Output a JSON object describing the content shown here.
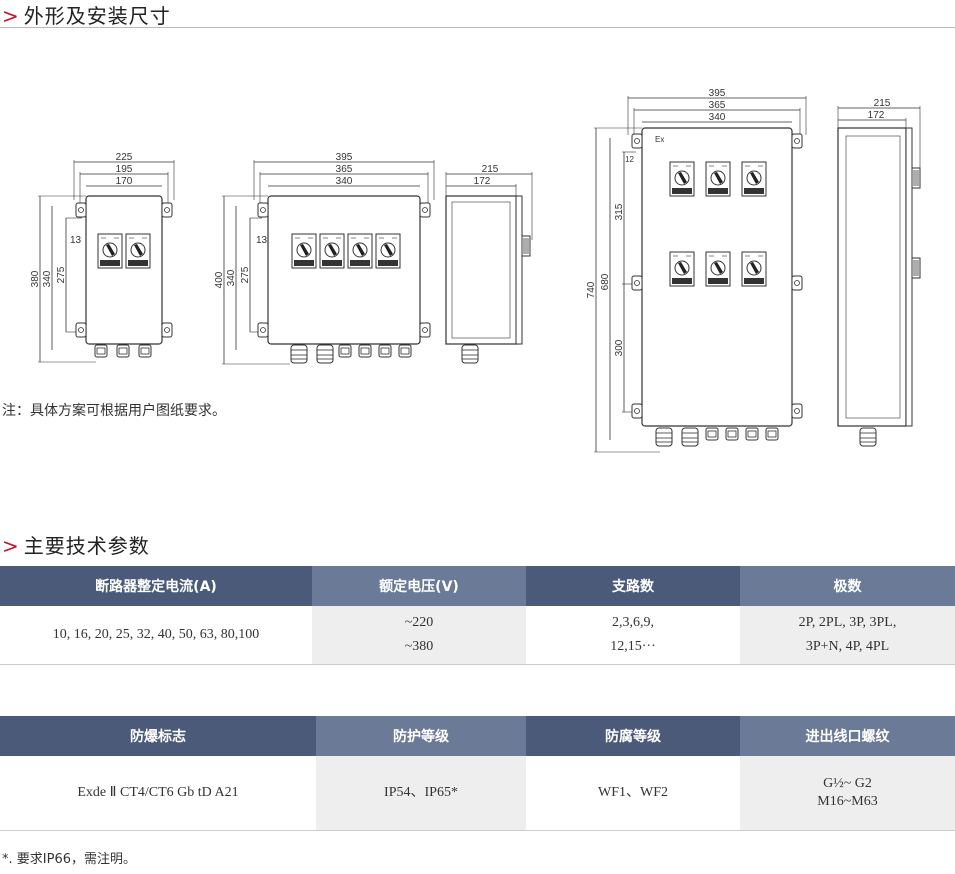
{
  "section1": {
    "title": "外形及安装尺寸"
  },
  "section2": {
    "title": "主要技术参数"
  },
  "drawing_note": "注：具体方案可根据用户图纸要求。",
  "dimensions": {
    "small": {
      "w_outer": "225",
      "w_mid": "195",
      "w_inner": "170",
      "h_outer": "380",
      "h_mid": "340",
      "h_inner": "275",
      "margin": "13"
    },
    "medium": {
      "w_outer": "395",
      "w_mid": "365",
      "w_inner": "340",
      "h_outer": "400",
      "h_mid": "340",
      "h_inner": "275",
      "margin": "13"
    },
    "medium_side": {
      "d_outer": "215",
      "d_inner": "172"
    },
    "large": {
      "w_outer": "395",
      "w_mid": "365",
      "w_inner": "340",
      "h_outer": "740",
      "h_mid": "680",
      "h_upper": "315",
      "h_lower": "300",
      "margin": "12",
      "ex_mark": "Ex"
    },
    "large_side": {
      "d_outer": "215",
      "d_inner": "172"
    }
  },
  "table1": {
    "headers": [
      "断路器整定电流(A)",
      "额定电压(V)",
      "支路数",
      "极数"
    ],
    "row": {
      "current": "10, 16, 20,  25, 32, 40, 50, 63, 80,100",
      "voltage": [
        "~220",
        "~380"
      ],
      "branches": [
        "2,3,6,9,",
        "12,15···"
      ],
      "poles": [
        "2P, 2PL, 3P, 3PL,",
        "3P+N, 4P, 4PL"
      ]
    }
  },
  "table2": {
    "headers": [
      "防爆标志",
      "防护等级",
      "防腐等级",
      "进出线口螺纹"
    ],
    "row": {
      "exmark": "Exde Ⅱ CT4/CT6 Gb tD A21",
      "ip": "IP54、IP65*",
      "wf": "WF1、WF2",
      "thread": [
        "G½~ G2",
        "M16~M63"
      ]
    }
  },
  "footnote": "*. 要求IP66，需注明。",
  "colors": {
    "accent": "#c8102e",
    "header_dark": "#4a5a78",
    "header_light": "#6b7a96",
    "cell_grey": "#eeeeee"
  }
}
